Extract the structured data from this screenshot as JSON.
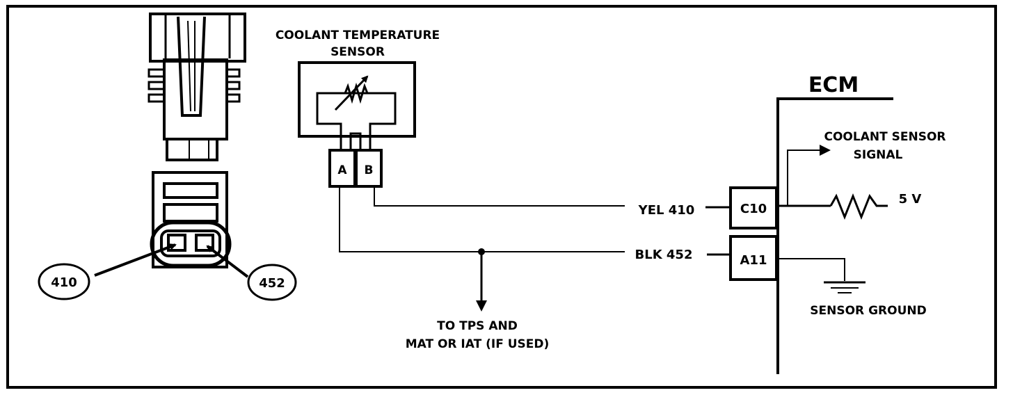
{
  "sensor": {
    "title_line1": "COOLANT TEMPERATURE",
    "title_line2": "SENSOR",
    "pin_a": "A",
    "pin_b": "B"
  },
  "connector": {
    "callout_left": "410",
    "callout_right": "452"
  },
  "wires": {
    "yellow": "YEL 410",
    "black": "BLK 452"
  },
  "branch": {
    "line1": "TO TPS AND",
    "line2": "MAT OR IAT (IF USED)"
  },
  "ecm": {
    "title": "ECM",
    "pin_c10": "C10",
    "pin_a11": "A11",
    "signal_line1": "COOLANT SENSOR",
    "signal_line2": "SIGNAL",
    "voltage": "5 V",
    "ground": "SENSOR GROUND"
  },
  "colors": {
    "ink": "#000000",
    "paper": "#ffffff"
  }
}
